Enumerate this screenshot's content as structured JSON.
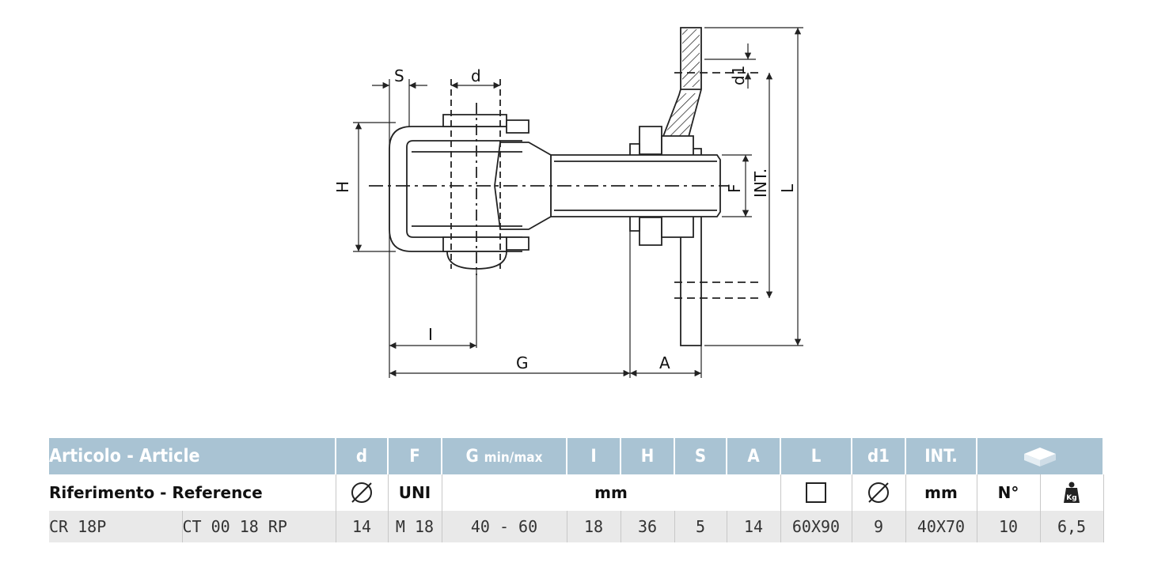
{
  "drawing": {
    "labels": {
      "S": "S",
      "d": "d",
      "H": "H",
      "I": "I",
      "G": "G",
      "A": "A",
      "F": "F",
      "INT": "INT.",
      "L": "L",
      "d1": "d1"
    }
  },
  "table": {
    "header": {
      "article": "Articolo - Article",
      "d": "d",
      "F": "F",
      "G": "G",
      "G_suffix": "min/max",
      "I": "I",
      "H": "H",
      "S": "S",
      "A": "A",
      "L": "L",
      "d1": "d1",
      "INT": "INT.",
      "package_icon": "box-icon"
    },
    "units": {
      "reference": "Riferimento - Reference",
      "d_icon": "diameter-icon",
      "F": "UNI",
      "mm": "mm",
      "L_icon": "square-icon",
      "d1_icon": "diameter-icon",
      "INT": "mm",
      "N": "N°",
      "weight_icon": "weight-kg-icon",
      "weight_text": "Kg"
    },
    "row": {
      "code1": "CR 18P",
      "code2": "CT 00 18 RP",
      "d": "14",
      "F": "M 18",
      "G": "40 - 60",
      "I": "18",
      "H": "36",
      "S": "5",
      "A": "14",
      "L": "60X90",
      "d1": "9",
      "INT": "40X70",
      "N": "10",
      "kg": "6,5"
    },
    "colors": {
      "header_bg": "#a9c3d3",
      "row_bg": "#e9e9e9"
    }
  }
}
